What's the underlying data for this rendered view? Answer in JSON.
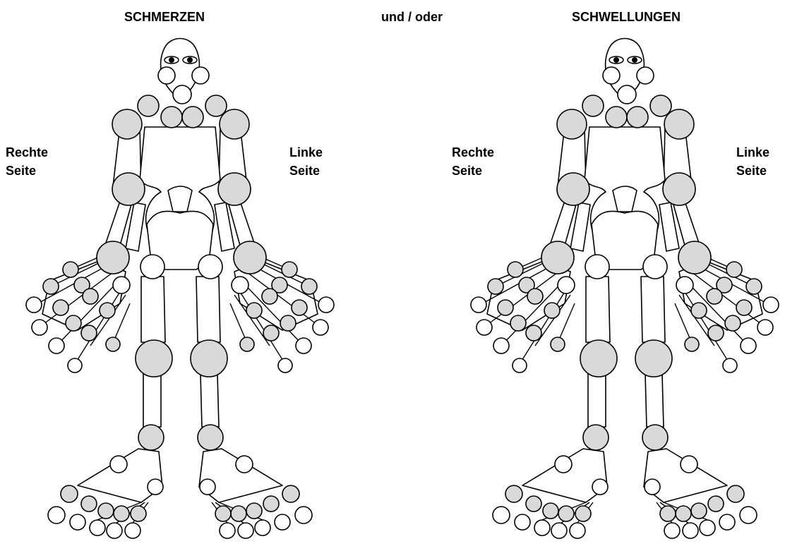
{
  "titles": {
    "left": "SCHMERZEN",
    "middle": "und / oder",
    "right": "SCHWELLUNGEN"
  },
  "side_labels": {
    "right_side": "Rechte\nSeite",
    "left_side": "Linke\nSeite"
  },
  "figures": [
    {
      "name": "pain-figure",
      "marked_joints": "shaded gray",
      "unmarked_joints": "white"
    },
    {
      "name": "swelling-figure",
      "marked_joints": "shaded gray",
      "unmarked_joints": "white"
    }
  ],
  "colors": {
    "shaded_joint": "#d9d9d9",
    "outline": "#000000",
    "unshaded_joint": "#ffffff"
  }
}
